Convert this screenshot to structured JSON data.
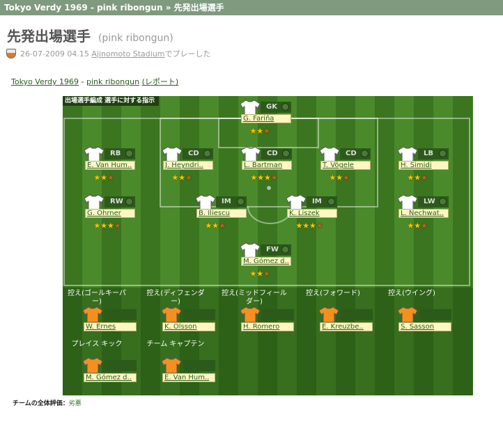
{
  "header": {
    "breadcrumb": "Tokyo Verdy 1969 - pink ribongun » 先発出場選手"
  },
  "page": {
    "title": "先発出場選手",
    "subtitle": "(pink ribongun)",
    "match_date": "26-07-2009 04.15",
    "stadium": "Ajinomoto Stadium",
    "played_suffix": "でプレーした"
  },
  "links": {
    "team": "Tokyo Verdy 1969",
    "separator": " - ",
    "opponent": "pink ribongun",
    "report": "(レポート)"
  },
  "pitch": {
    "tab_label": "出場選手編成  選手に対する指示"
  },
  "lineup": [
    {
      "pos": "GK",
      "name": "G. Fariña",
      "stars": 2.5
    },
    {
      "pos": "RB",
      "name": "E. Van Hum..",
      "stars": 2.5
    },
    {
      "pos": "CD",
      "name": "J. Heyndri..",
      "stars": 2.5
    },
    {
      "pos": "CD",
      "name": "L. Bartman",
      "stars": 3.5
    },
    {
      "pos": "CD",
      "name": "T. Vögele",
      "stars": 2.5
    },
    {
      "pos": "LB",
      "name": "H. Simidi",
      "stars": 2.5
    },
    {
      "pos": "RW",
      "name": "G. Ohrner",
      "stars": 3.5
    },
    {
      "pos": "IM",
      "name": "B. Iliescu",
      "stars": 2.5
    },
    {
      "pos": "IM",
      "name": "K. Liszek",
      "stars": 3.5
    },
    {
      "pos": "LW",
      "name": "L. Nechwat..",
      "stars": 2.5
    },
    {
      "pos": "FW",
      "name": "M. Gómez d..",
      "stars": 2.5
    }
  ],
  "bench": [
    {
      "label": "控え(ゴールキーパー)",
      "name": "W. Ernes"
    },
    {
      "label": "控え(ディフェンダー)",
      "name": "K. Olsson"
    },
    {
      "label": "控え(ミッドフィールダー)",
      "name": "H. Romero"
    },
    {
      "label": "控え(フォワード)",
      "name": "E. Kreuzbe.."
    },
    {
      "label": "控え(ウイング)",
      "name": "S. Sasson"
    },
    {
      "label": "プレイス キック",
      "name": "M. Gómez d.."
    },
    {
      "label": "チーム キャプテン",
      "name": "E. Van Hum.."
    }
  ],
  "footer": {
    "overall_label": "チームの全体評価：",
    "overall_value": "劣悪"
  },
  "colors": {
    "header_bar": "#7f9a7f",
    "pitch": "#3f7a22",
    "link": "#2a5e1e",
    "name_box": "#fff7c2",
    "home_shirt": "#ffffff",
    "sub_shirt": "#f5901e",
    "star": "#f2c400"
  }
}
